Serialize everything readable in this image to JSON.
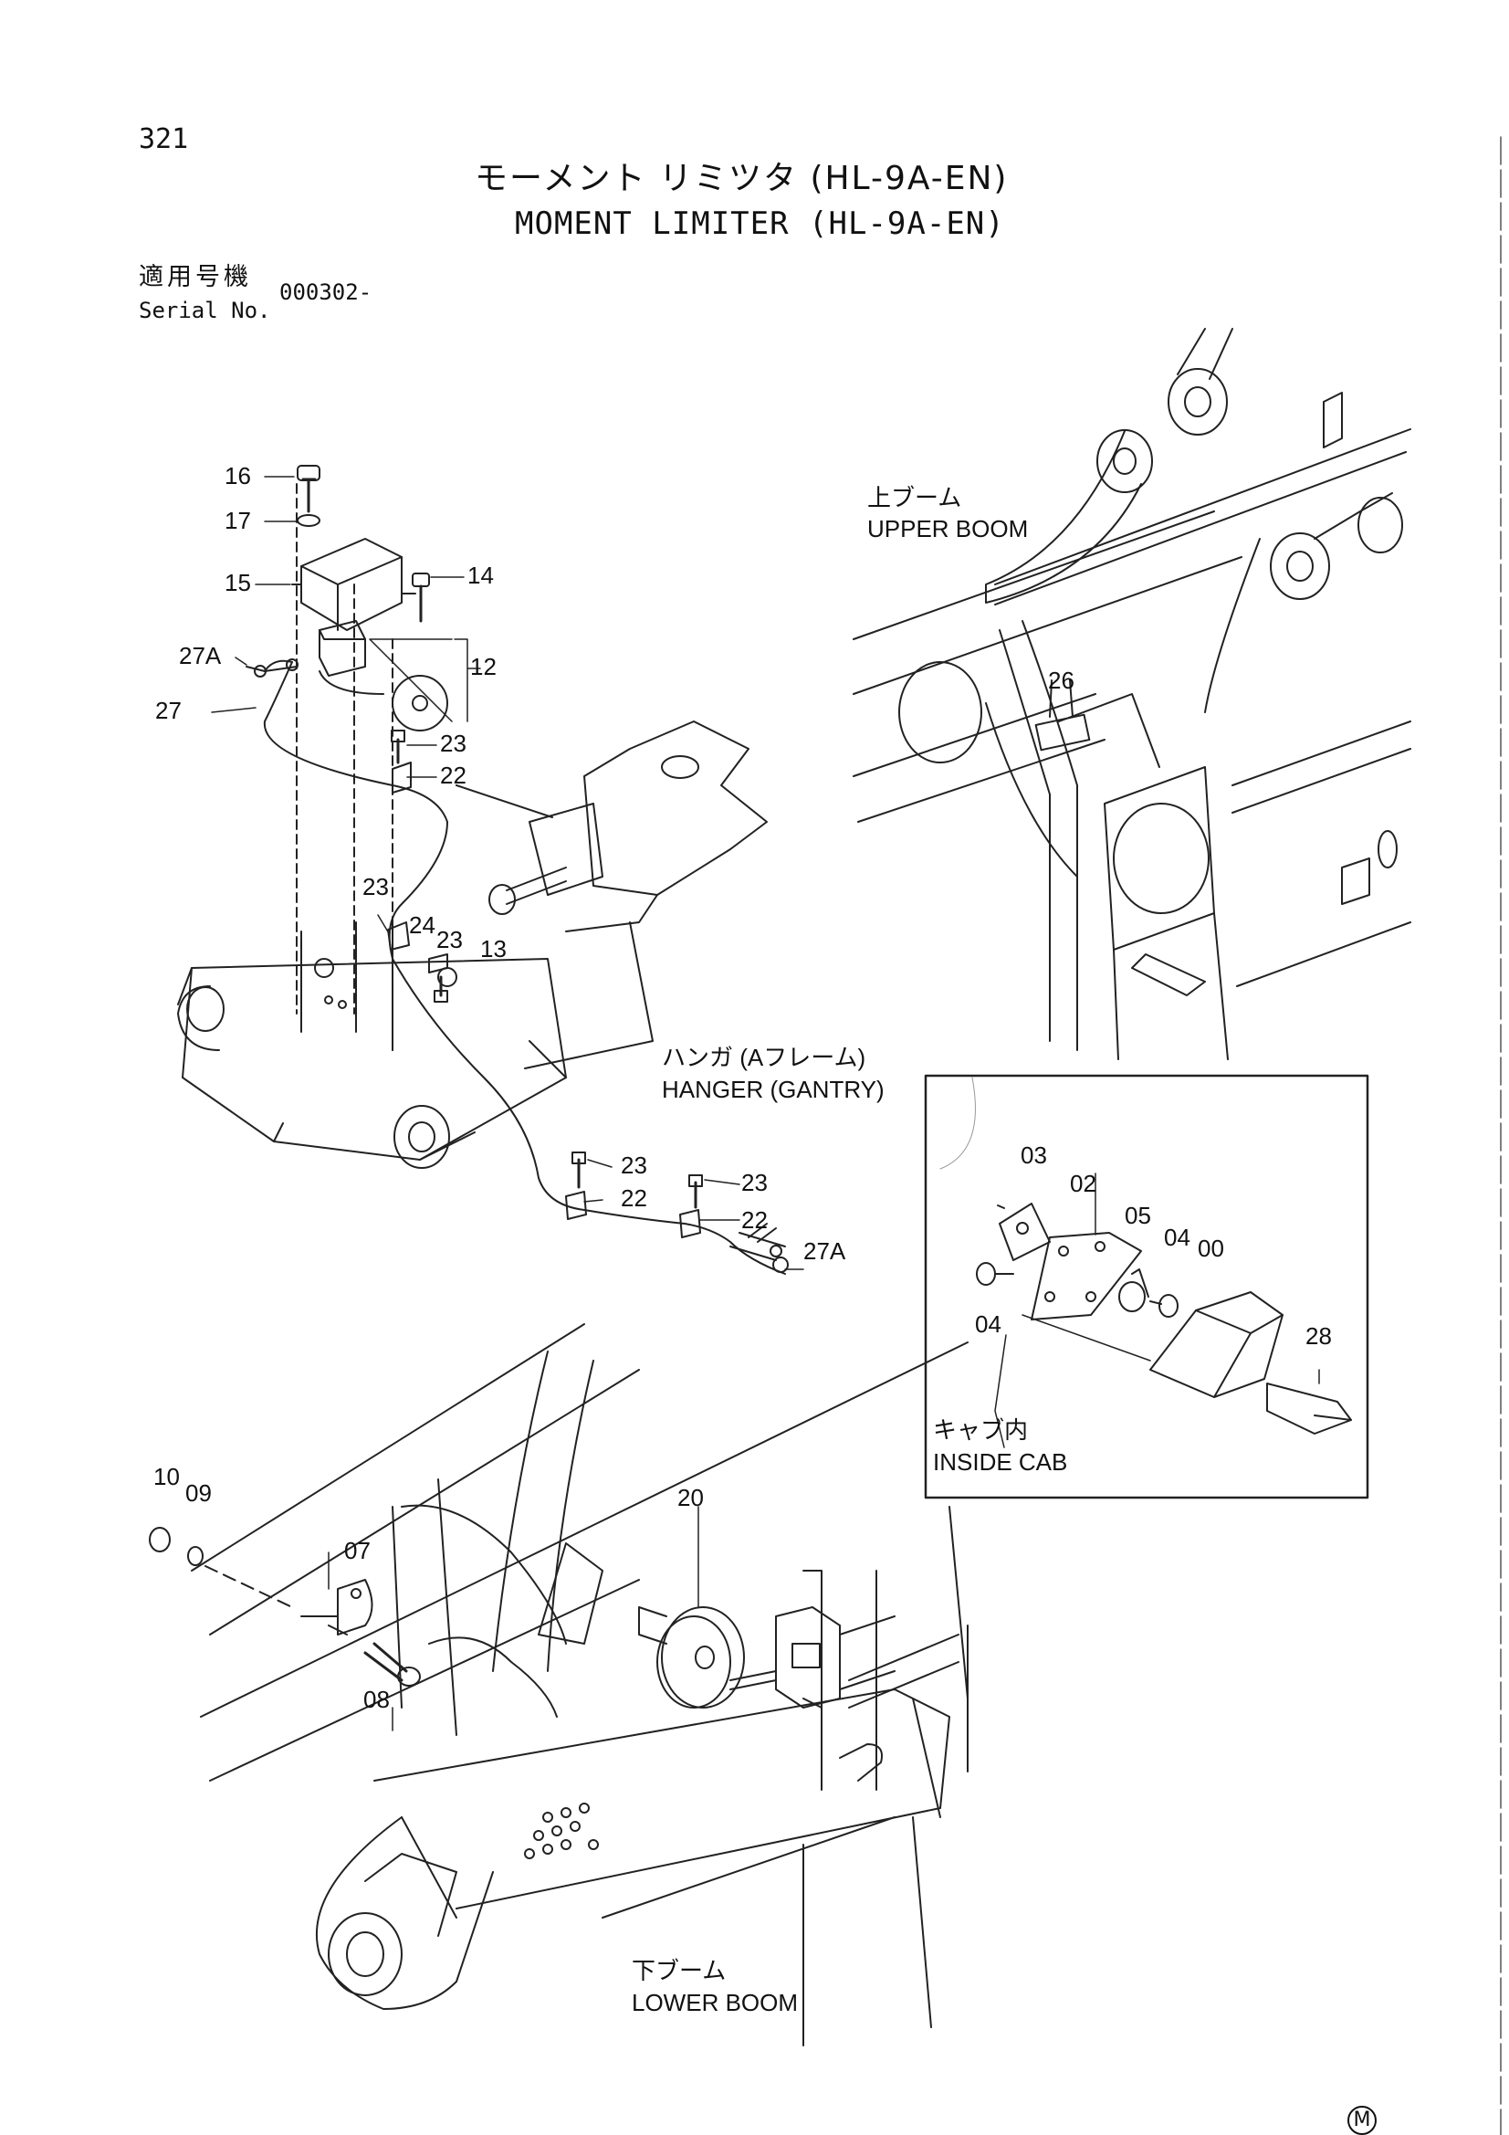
{
  "page_number": "321",
  "title_jp": "モーメント リミツタ (HL-9A-EN)",
  "title_en": "MOMENT LIMITER (HL-9A-EN)",
  "serial": {
    "label_jp": "適用号機",
    "label_en": "Serial No.",
    "value": "000302-"
  },
  "sections": {
    "upper_boom_jp": "上ブーム",
    "upper_boom_en": "UPPER BOOM",
    "hanger_jp": "ハンガ (Aフレーム)",
    "hanger_en": "HANGER (GANTRY)",
    "inside_cab_jp": "キャブ内",
    "inside_cab_en": "INSIDE CAB",
    "lower_boom_jp": "下ブーム",
    "lower_boom_en": "LOWER BOOM"
  },
  "parts": {
    "p16": "16",
    "p17": "17",
    "p15": "15",
    "p14": "14",
    "p27a_top": "27A",
    "p27": "27",
    "p12": "12",
    "p23_a": "23",
    "p22_a": "22",
    "p23_b": "23",
    "p24": "24",
    "p23_c": "23",
    "p13": "13",
    "p23_d": "23",
    "p22_b": "22",
    "p23_e": "23",
    "p22_c": "22",
    "p27a_bot": "27A",
    "p26": "26",
    "p03": "03",
    "p02": "02",
    "p05": "05",
    "p04_a": "04",
    "p00": "00",
    "p04_b": "04",
    "p28": "28",
    "p10": "10",
    "p09": "09",
    "p07": "07",
    "p08": "08",
    "p20": "20"
  },
  "footer_mark": "M"
}
